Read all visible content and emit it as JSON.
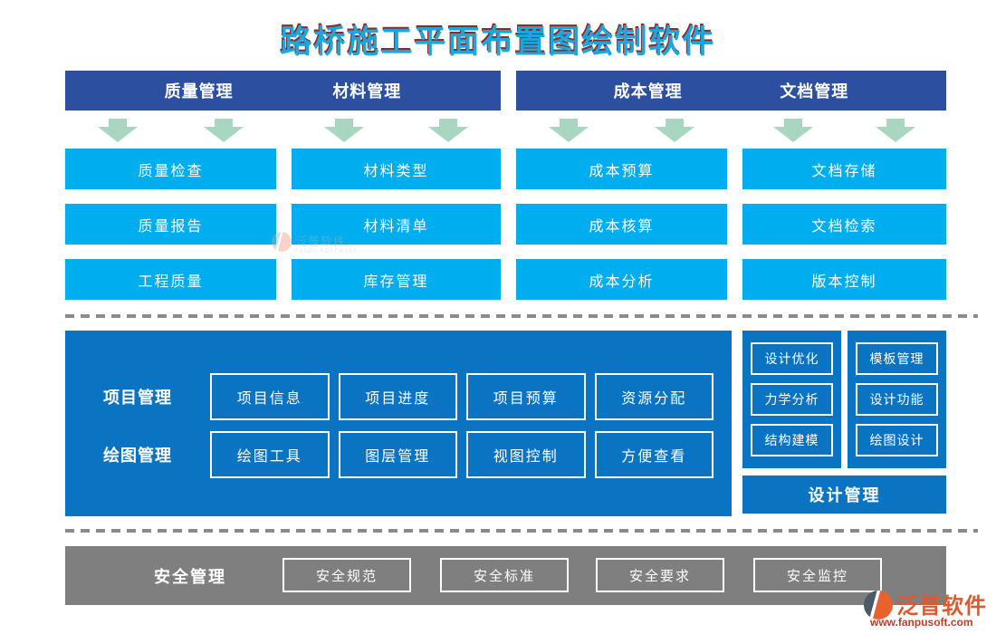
{
  "title": "路桥施工平面布置图绘制软件",
  "top_sections": [
    {
      "header": "质量管理",
      "items": [
        "质量检查",
        "质量报告",
        "工程质量"
      ]
    },
    {
      "header": "材料管理",
      "items": [
        "材料类型",
        "材料清单",
        "库存管理"
      ]
    },
    {
      "header": "成本管理",
      "items": [
        "成本预算",
        "成本核算",
        "成本分析"
      ]
    },
    {
      "header": "文档管理",
      "items": [
        "文档存储",
        "文档检索",
        "版本控制"
      ]
    }
  ],
  "middle": {
    "left_panel": {
      "rows": [
        {
          "label": "项目管理",
          "items": [
            "项目信息",
            "项目进度",
            "项目预算",
            "资源分配"
          ]
        },
        {
          "label": "绘图管理",
          "items": [
            "绘图工具",
            "图层管理",
            "视图控制",
            "方便查看"
          ]
        }
      ]
    },
    "right_panel": {
      "columns": [
        [
          "设计优化",
          "力学分析",
          "结构建模"
        ],
        [
          "模板管理",
          "设计功能",
          "绘图设计"
        ]
      ],
      "footer": "设计管理"
    }
  },
  "bottom": {
    "label": "安全管理",
    "items": [
      "安全规范",
      "安全标准",
      "安全要求",
      "安全监控"
    ]
  },
  "watermark": {
    "name": "泛普软件",
    "sub": "FANPU SOFTWARE"
  },
  "logo": {
    "name": "泛普软件",
    "url": "www.fanpusoft.com"
  },
  "icons": [
    "down-arrow-icon",
    "fanpu-logo-icon",
    "watermark-logo-icon"
  ],
  "colors": {
    "title_text": "#1aa7e0",
    "title_shadow": "#8d2b24",
    "header_bar_blue": "#2c509f",
    "module_box_blue": "#00adee",
    "panel_blue": "#0a74c2",
    "arrow_green": "#a9d6c1",
    "safety_gray": "#7f7f7f",
    "dash_gray": "#8a8a8a",
    "logo_orange": "#e0592e",
    "logo_url_red": "#c43b2a"
  }
}
